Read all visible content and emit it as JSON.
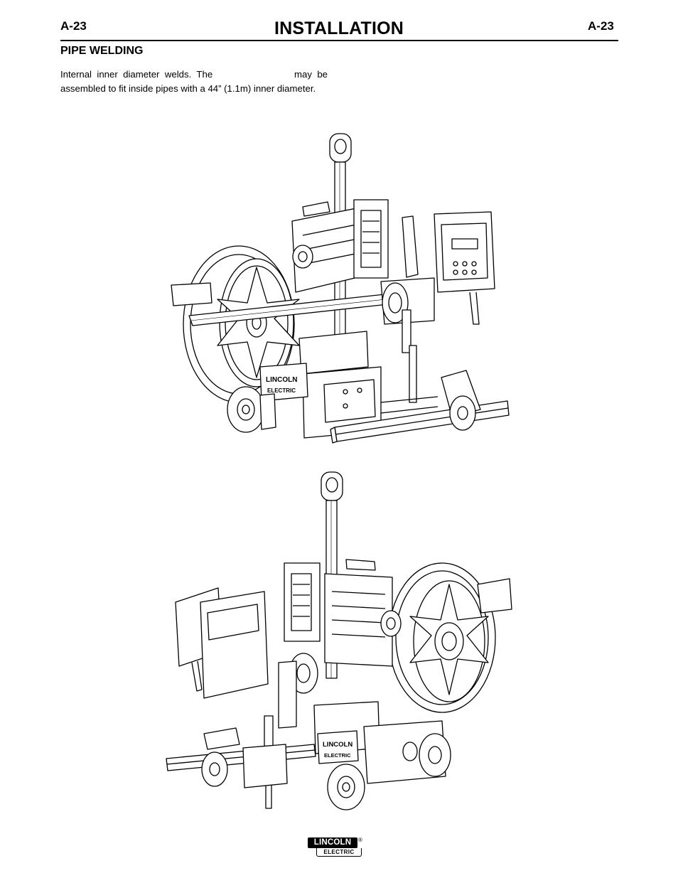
{
  "header": {
    "page_number": "A-23",
    "title": "INSTALLATION"
  },
  "section": {
    "heading": "PIPE WELDING",
    "paragraph_start": "Internal inner diameter welds. The",
    "paragraph_rest": "may be assembled to fit inside pipes with a 44” (1.1m) inner diameter."
  },
  "figures": [
    {
      "description": "welding tractor with wire reel, front view",
      "logo_text": [
        "LINCOLN",
        "ELECTRIC"
      ]
    },
    {
      "description": "welding tractor with wire reel, rear view",
      "logo_text": [
        "LINCOLN",
        "ELECTRIC"
      ]
    }
  ],
  "footer": {
    "logo_top": "LINCOLN",
    "logo_bottom": "ELECTRIC",
    "logo_mark": "®"
  }
}
